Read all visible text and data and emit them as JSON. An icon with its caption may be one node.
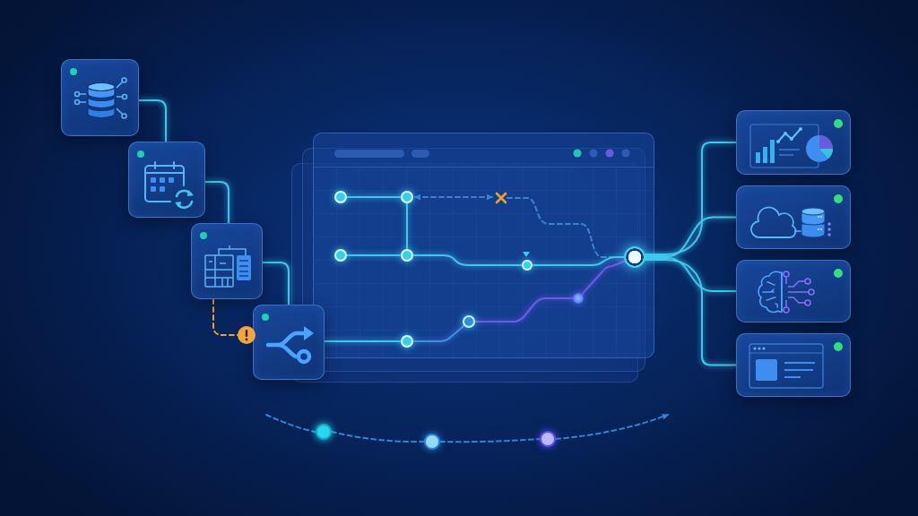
{
  "diagram": {
    "nodes": [
      {
        "text": [],
        "shape": "box"
      },
      {
        "text": [],
        "shape": "box"
      },
      {
        "text": [],
        "shape": "box"
      },
      {
        "text": [],
        "shape": "box"
      },
      {
        "text": [],
        "shape": "circle"
      },
      {
        "text": [],
        "shape": "box"
      },
      {
        "text": [],
        "shape": "circle",
        "in": 5
      },
      {
        "text": [],
        "shape": "circle",
        "in": 5
      },
      {
        "text": [],
        "shape": "cross",
        "in": 5
      },
      {
        "text": [],
        "shape": "circle",
        "in": 5
      },
      {
        "text": [],
        "shape": "circle",
        "in": 5
      },
      {
        "text": [],
        "shape": "circle",
        "in": 5
      },
      {
        "text": [],
        "shape": "circle",
        "in": 5
      },
      {
        "text": [],
        "shape": "circle",
        "in": 5
      },
      {
        "text": [],
        "shape": "circle",
        "in": 5
      },
      {
        "text": [],
        "shape": "circle",
        "in": 5
      },
      {
        "text": [],
        "shape": "box"
      },
      {
        "text": [],
        "shape": "box"
      },
      {
        "text": [],
        "shape": "box"
      },
      {
        "text": [],
        "shape": "box"
      },
      {
        "text": [],
        "shape": "circle"
      },
      {
        "text": [],
        "shape": "circle"
      },
      {
        "text": [],
        "shape": "circle"
      }
    ],
    "edges": [
      {
        "from": 0,
        "to": 1,
        "arrow": "none"
      },
      {
        "from": 1,
        "to": 2,
        "arrow": "none"
      },
      {
        "from": 2,
        "to": 3,
        "arrow": "none"
      },
      {
        "from": 2,
        "to": 4,
        "arrow": "none",
        "style": "dashed",
        "color": "#f0a030"
      },
      {
        "from": 3,
        "to": 15,
        "arrow": "none"
      },
      {
        "from": 6,
        "to": 7,
        "arrow": "none"
      },
      {
        "from": 9,
        "to": 10,
        "arrow": "none"
      },
      {
        "from": 7,
        "to": 10,
        "arrow": "none"
      },
      {
        "from": 7,
        "to": 8,
        "arrow": "both",
        "style": "dashed",
        "color": "#3b82d6"
      },
      {
        "from": 8,
        "to": 11,
        "arrow": "none",
        "style": "dashed",
        "color": "#3b82d6"
      },
      {
        "from": 10,
        "to": 12,
        "arrow": "none"
      },
      {
        "from": 12,
        "to": 11,
        "arrow": "none"
      },
      {
        "from": 15,
        "to": 14,
        "arrow": "none",
        "color": "#3d8ee6"
      },
      {
        "from": 14,
        "to": 13,
        "arrow": "none",
        "color": "#6a5ce8"
      },
      {
        "from": 13,
        "to": 11,
        "arrow": "none",
        "color": "#6a5ce8"
      },
      {
        "from": 11,
        "to": 16,
        "arrow": "none"
      },
      {
        "from": 11,
        "to": 17,
        "arrow": "none"
      },
      {
        "from": 11,
        "to": 18,
        "arrow": "none"
      },
      {
        "from": 11,
        "to": 19,
        "arrow": "none"
      },
      {
        "from": null,
        "to": 20,
        "arrow": "none",
        "style": "dashed",
        "color": "#2f86d8"
      },
      {
        "from": 20,
        "to": 21,
        "arrow": "none",
        "style": "dashed",
        "color": "#2f86d8"
      },
      {
        "from": 21,
        "to": 22,
        "arrow": "none",
        "style": "dashed",
        "color": "#2f86d8"
      },
      {
        "from": 22,
        "to": null,
        "arrow": "to",
        "style": "dashed",
        "color": "#2f86d8"
      }
    ]
  }
}
